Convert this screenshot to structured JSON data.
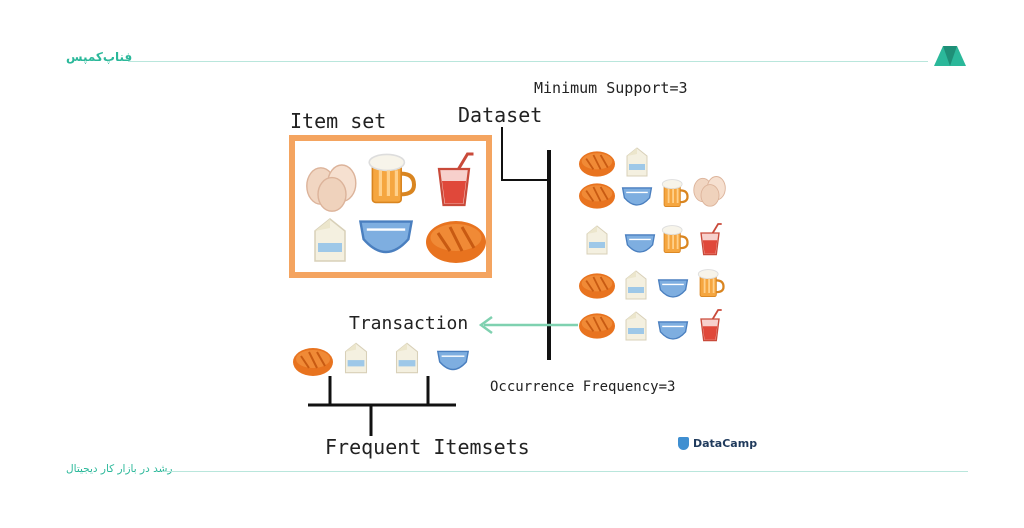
{
  "header": {
    "brand": "فناپ‌کمپس"
  },
  "footer": {
    "tagline": "رشد در بازار کار دیجیتال"
  },
  "diagram": {
    "min_support": "Minimum Support=3",
    "item_set": "Item set",
    "dataset": "Dataset",
    "transaction": "Transaction",
    "occurrence": "Occurrence Frequency=3",
    "frequent": "Frequent Itemsets"
  },
  "watermark": {
    "datacamp": "DataCamp"
  },
  "colors": {
    "brand_green": "#2bb89a",
    "frame_orange": "#f4a460",
    "arrow_green": "#7fd1b0"
  },
  "icons": [
    "logo-icon",
    "eggs-icon",
    "beer-icon",
    "juice-icon",
    "milk-icon",
    "diaper-icon",
    "bread-icon"
  ]
}
